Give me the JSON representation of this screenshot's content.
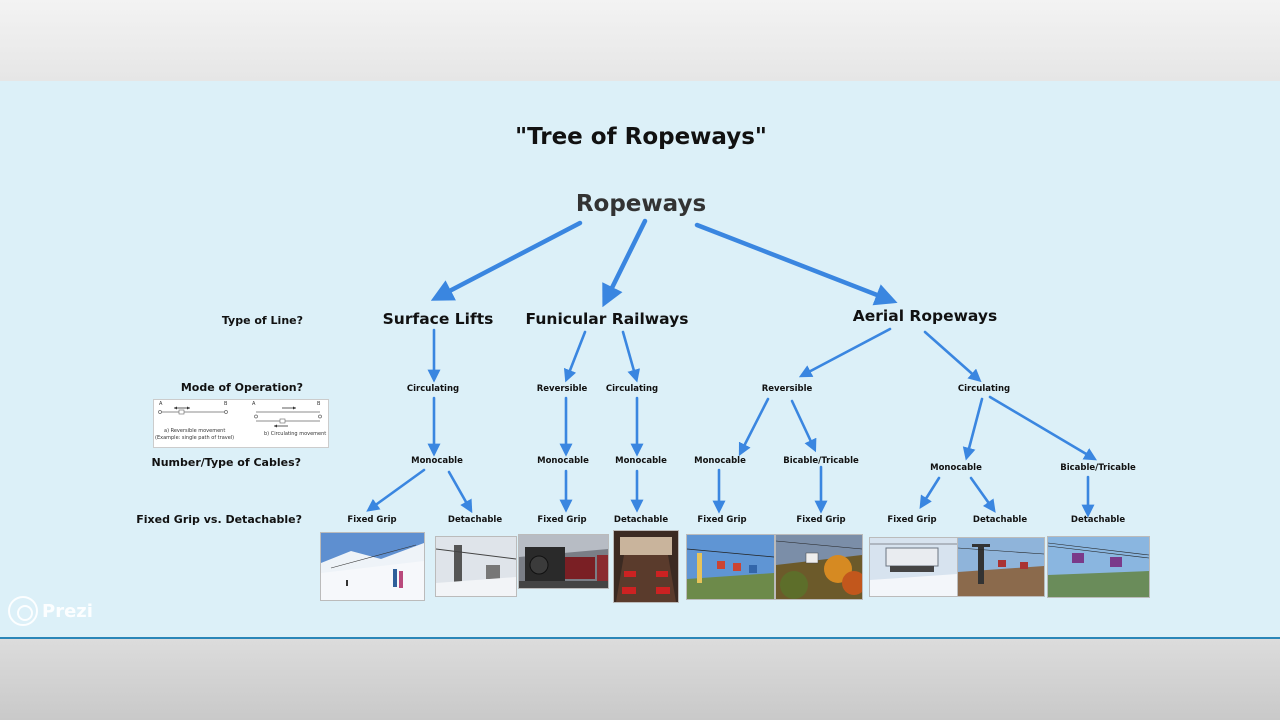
{
  "slide": {
    "title": "\"Tree of Ropeways\"",
    "root": "Ropeways",
    "questions": {
      "type_of_line": "Type of Line?",
      "mode_of_operation": "Mode of Operation?",
      "cables": "Number/Type of Cables?",
      "grip": "Fixed Grip vs. Detachable?"
    },
    "categories": {
      "surface": "Surface Lifts",
      "funicular": "Funicular Railways",
      "aerial": "Aerial Ropeways"
    },
    "operation": {
      "surface_circ": "Circulating",
      "fun_rev": "Reversible",
      "fun_circ": "Circulating",
      "aer_rev": "Reversible",
      "aer_circ": "Circulating"
    },
    "cables": {
      "surface_mono": "Monocable",
      "fun_rev_mono": "Monocable",
      "fun_circ_mono": "Monocable",
      "aer_rev_mono": "Monocable",
      "aer_rev_bi": "Bicable/Tricable",
      "aer_circ_mono": "Monocable",
      "aer_circ_bi": "Bicable/Tricable"
    },
    "grip": {
      "g1": "Fixed Grip",
      "g2": "Detachable",
      "g3": "Fixed Grip",
      "g4": "Detachable",
      "g5": "Fixed Grip",
      "g6": "Fixed Grip",
      "g7": "Fixed Grip",
      "g8": "Detachable",
      "g9": "Detachable"
    },
    "mode_diagram": {
      "a1": "A",
      "b1": "B",
      "a2": "A",
      "b2": "B",
      "rev_caption": "a) Reversible movement",
      "rev_example": "(Example: single path of travel)",
      "circ_caption": "b) Circulating movement"
    },
    "colors": {
      "arrow": "#3a86e0",
      "background": "#dcf0f8",
      "accent_line": "#2b86b8"
    }
  },
  "branding": {
    "name": "Prezi",
    "icon": "prezi-logo-icon"
  }
}
